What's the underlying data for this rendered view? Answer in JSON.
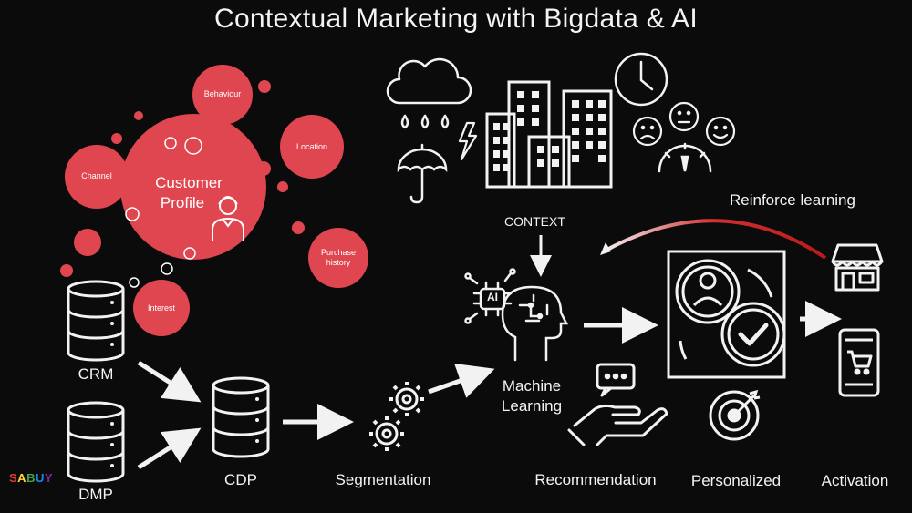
{
  "title": "Contextual Marketing with Bigdata & AI",
  "profile": {
    "label_line1": "Customer",
    "label_line2": "Profile",
    "bubbles": {
      "behaviour": "Behaviour",
      "location": "Location",
      "channel": "Channel",
      "purchase_history_line1": "Purchase",
      "purchase_history_line2": "history",
      "interest": "Interest"
    }
  },
  "context_label": "CONTEXT",
  "reinforce_label": "Reinforce learning",
  "ml_label_line1": "Machine",
  "ml_label_line2": "Learning",
  "ai_badge": "AI",
  "steps": {
    "crm": "CRM",
    "dmp": "DMP",
    "cdp": "CDP",
    "segmentation": "Segmentation",
    "recommendation": "Recommendation",
    "personalized": "Personalized",
    "activation": "Activation"
  },
  "logo": {
    "letters": [
      "S",
      "A",
      "B",
      "U",
      "Y"
    ],
    "colors": [
      "#e53935",
      "#fdd835",
      "#43a047",
      "#1e88e5",
      "#8e24aa"
    ]
  },
  "colors": {
    "accent": "#e0464f",
    "line": "#f2f2f2",
    "background": "#0b0b0b",
    "arrow_red": "#c62828"
  },
  "icons": [
    "rain-cloud-icon",
    "umbrella-icon",
    "lightning-icon",
    "buildings-icon",
    "clock-icon",
    "emotion-faces-icon",
    "gauge-icon",
    "database-icon",
    "ai-brain-icon",
    "gears-icon",
    "chat-hand-icon",
    "target-icon",
    "profile-check-icon",
    "store-icon",
    "mobile-cart-icon"
  ]
}
